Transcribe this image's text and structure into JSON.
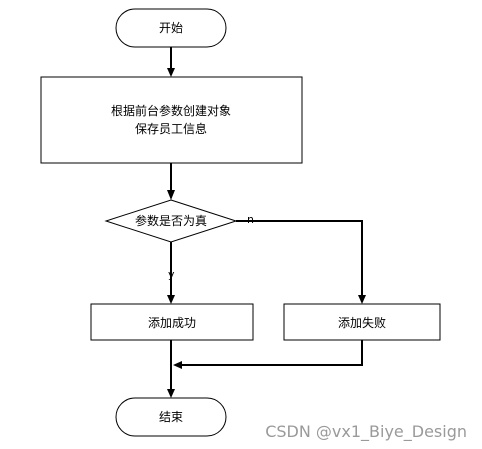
{
  "nodes": {
    "start": {
      "label": "开始"
    },
    "process": {
      "line1": "根据前台参数创建对象",
      "line2": "保存员工信息"
    },
    "decision": {
      "label": "参数是否为真"
    },
    "success": {
      "label": "添加成功"
    },
    "failure": {
      "label": "添加失败"
    },
    "end": {
      "label": "结束"
    }
  },
  "branches": {
    "yes": "y",
    "no": "n"
  },
  "watermark": "CSDN @vx1_Biye_Design"
}
